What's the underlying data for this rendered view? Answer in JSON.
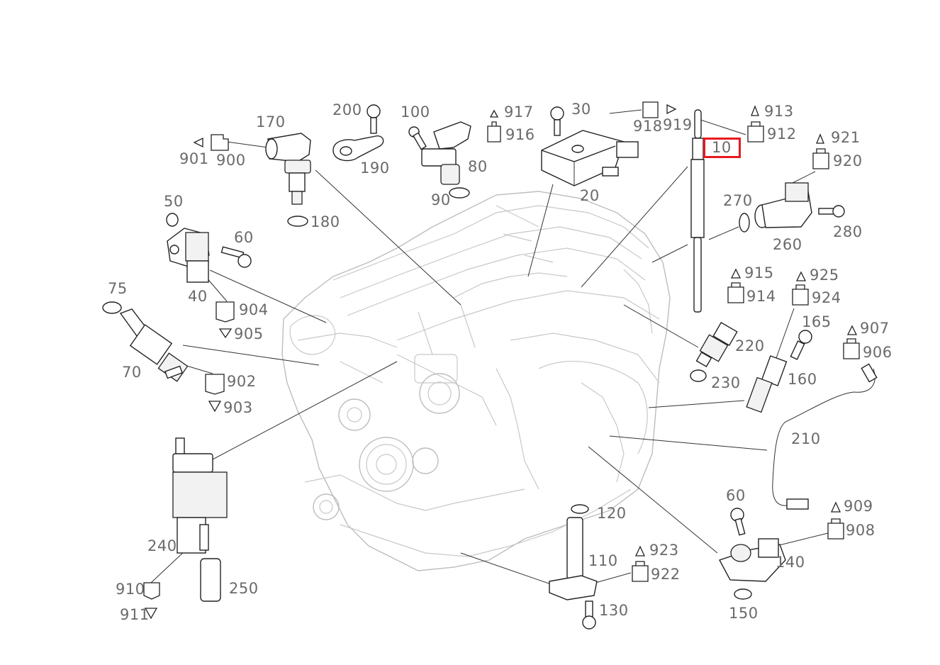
{
  "diagram": {
    "highlight_color": "#e8191f",
    "highlighted_part": "10",
    "labels": {
      "l10": "10",
      "l20": "20",
      "l30": "30",
      "l40": "40",
      "l50": "50",
      "l60a": "60",
      "l60b": "60",
      "l70": "70",
      "l75": "75",
      "l80": "80",
      "l90": "90",
      "l100": "100",
      "l110": "110",
      "l120": "120",
      "l130": "130",
      "l140": "140",
      "l150": "150",
      "l160": "160",
      "l165": "165",
      "l170": "170",
      "l180": "180",
      "l190": "190",
      "l200": "200",
      "l210": "210",
      "l220": "220",
      "l230": "230",
      "l240": "240",
      "l250": "250",
      "l260": "260",
      "l270": "270",
      "l280": "280",
      "l900": "900",
      "l901": "901",
      "l902": "902",
      "l903": "903",
      "l904": "904",
      "l905": "905",
      "l906": "906",
      "l907": "907",
      "l908": "908",
      "l909": "909",
      "l910": "910",
      "l911": "911",
      "l912": "912",
      "l913": "913",
      "l914": "914",
      "l915": "915",
      "l916": "916",
      "l917": "917",
      "l918": "918",
      "l919": "919",
      "l920": "920",
      "l921": "921",
      "l922": "922",
      "l923": "923",
      "l924": "924",
      "l925": "925"
    }
  }
}
